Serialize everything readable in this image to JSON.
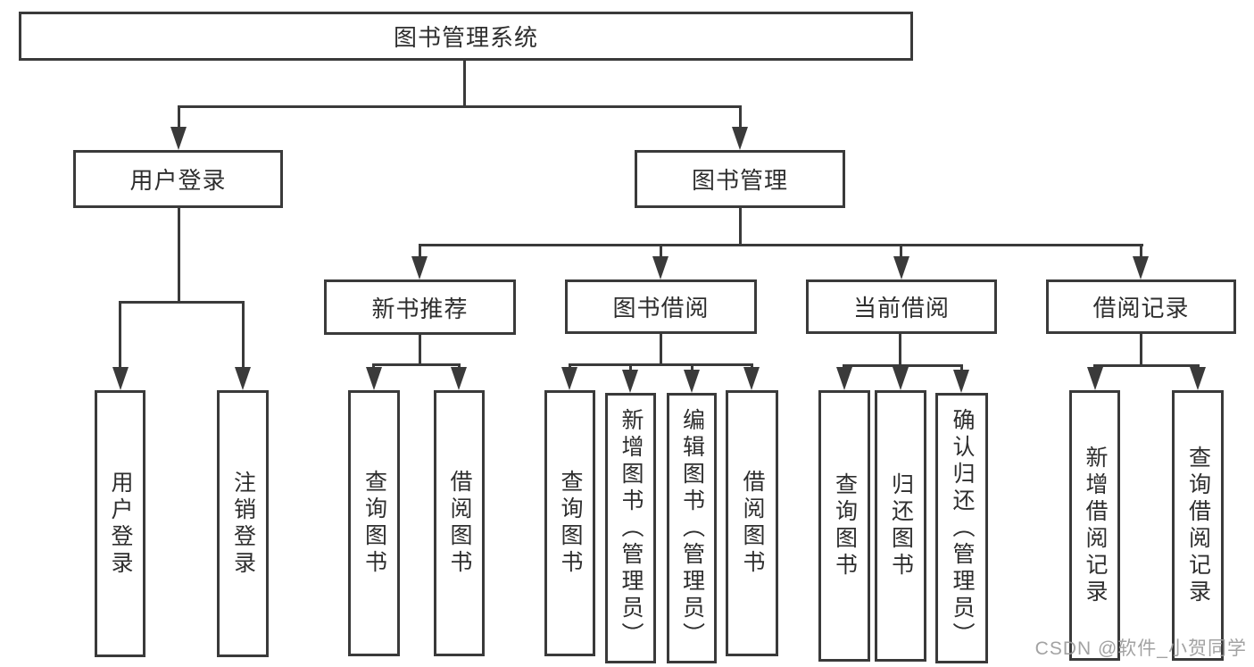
{
  "diagram": {
    "root": {
      "label": "图书管理系统"
    },
    "level2": [
      {
        "label": "用户登录",
        "children": [
          {
            "label": "用户登录"
          },
          {
            "label": "注销登录"
          }
        ]
      },
      {
        "label": "图书管理",
        "children": [
          {
            "label": "新书推荐",
            "children": [
              {
                "label": "查询图书"
              },
              {
                "label": "借阅图书"
              }
            ]
          },
          {
            "label": "图书借阅",
            "children": [
              {
                "label": "查询图书"
              },
              {
                "label": "新增图书（管理员）"
              },
              {
                "label": "编辑图书（管理员）"
              },
              {
                "label": "借阅图书"
              }
            ]
          },
          {
            "label": "当前借阅",
            "children": [
              {
                "label": "查询图书"
              },
              {
                "label": "归还图书"
              },
              {
                "label": "确认归还（管理员）"
              }
            ]
          },
          {
            "label": "借阅记录",
            "children": [
              {
                "label": "新增借阅记录"
              },
              {
                "label": "查询借阅记录"
              }
            ]
          }
        ]
      }
    ]
  },
  "watermark": {
    "text": "CSDN @软件_小贺同学"
  },
  "colors": {
    "line": "#3a3a3a",
    "text": "#2e2e2e",
    "bg": "#ffffff",
    "wm": "#9b9b9b"
  }
}
